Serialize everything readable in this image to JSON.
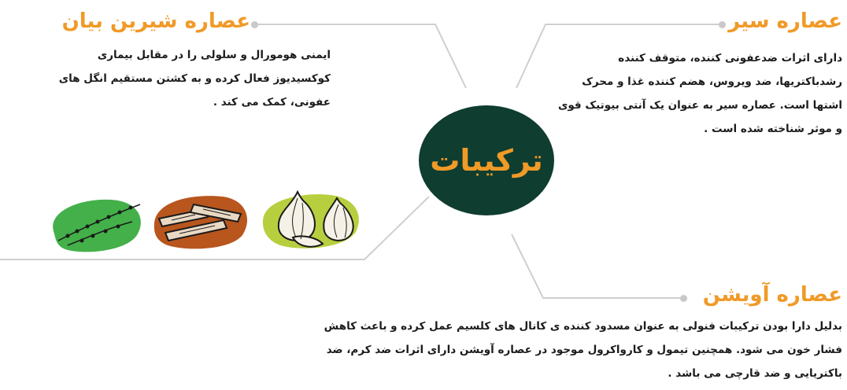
{
  "center": {
    "label": "ترکیبات"
  },
  "sections": {
    "sweet_root": {
      "title": "عصاره شیرین بیان",
      "text": "ایمنی هومورال و سلولی را در مقابل بیماری کوکسیدیوز فعال کرده و به کشتن مستقیم انگل های عفونی، کمک می کند ."
    },
    "garlic": {
      "title": "عصاره سیر",
      "text": "دارای اثرات ضدعفونی کننده، متوقف کننده رشدباکتریها، ضد ویروس، هضم کننده غذا و محرک اشتها است. عصاره سیر به عنوان یک آنتی بیوتیک قوی و موثر شناخته شده است ."
    },
    "thyme": {
      "title": "عصاره آویشن",
      "text": "بدلیل دارا بودن ترکیبات فنولی به عنوان مسدود کننده ی کانال های کلسیم عمل کرده و باعث کاهش فشار خون می شود. همچنین تیمول و کارواکرول موجود در عصاره آویشن دارای اثرات ضد کرم، ضد باکتریایی و ضد قارچی می باشد ."
    }
  },
  "colors": {
    "accent": "#f09a27",
    "center_fill": "#0f3d30",
    "text": "#1c1c1c",
    "line": "#cfcfcf",
    "thyme_bg": "#43b049",
    "root_bg": "#b8561e",
    "garlic_bg": "#b7cf3f"
  },
  "icons": [
    "thyme-illustration",
    "licorice-root-illustration",
    "garlic-illustration"
  ]
}
